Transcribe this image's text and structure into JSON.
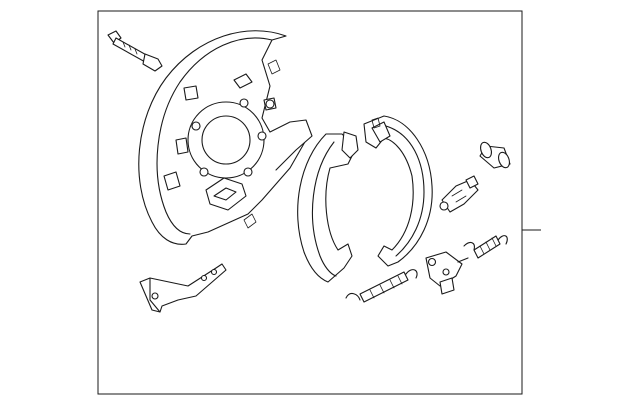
{
  "diagram": {
    "description_text": "",
    "parts": [
      {
        "name": "backing-plate-bolt"
      },
      {
        "name": "backing-plate"
      },
      {
        "name": "parking-brake-lever-bracket"
      },
      {
        "name": "front-brake-shoe"
      },
      {
        "name": "rear-brake-shoe"
      },
      {
        "name": "cylinder-cap"
      },
      {
        "name": "adjuster-assembly"
      },
      {
        "name": "upper-return-spring"
      },
      {
        "name": "lower-return-spring"
      },
      {
        "name": "parking-lever-hardware"
      }
    ],
    "callouts": 1
  },
  "colors": {
    "line": "#1a1a1a",
    "background": "#ffffff"
  }
}
